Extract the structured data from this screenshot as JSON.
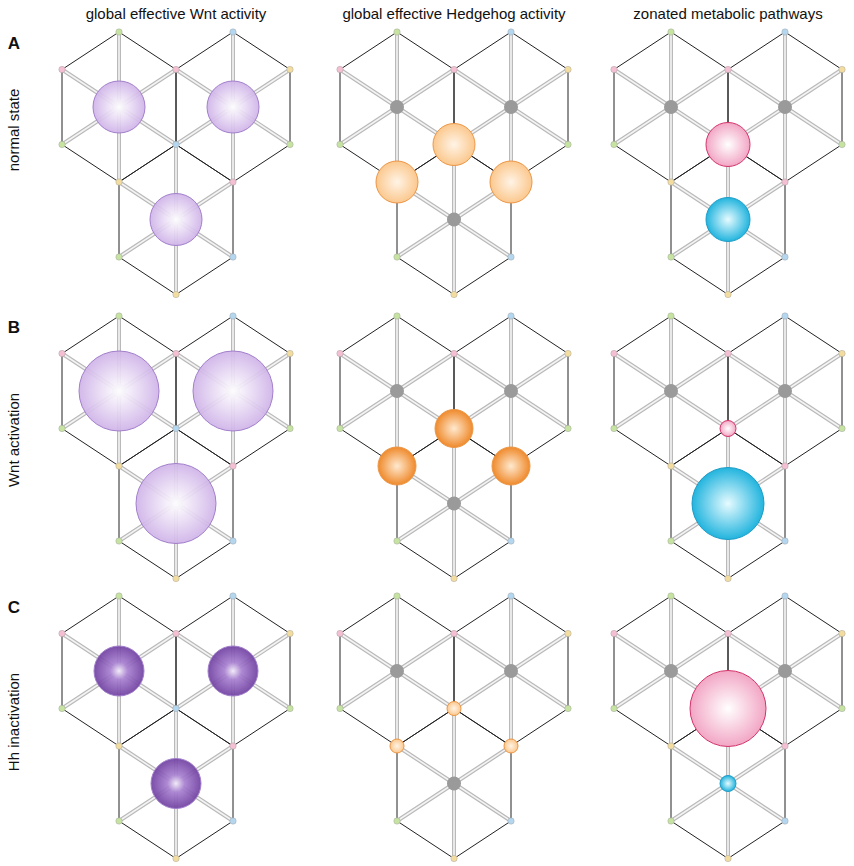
{
  "diagram": {
    "labels": [
      "A",
      "global effective Wnt activity",
      "global effective Hedgehog activity",
      "zonated metabolic pathways",
      "normal state",
      "B",
      "Wnt activation",
      "C",
      "Hh inactivation"
    ]
  }
}
